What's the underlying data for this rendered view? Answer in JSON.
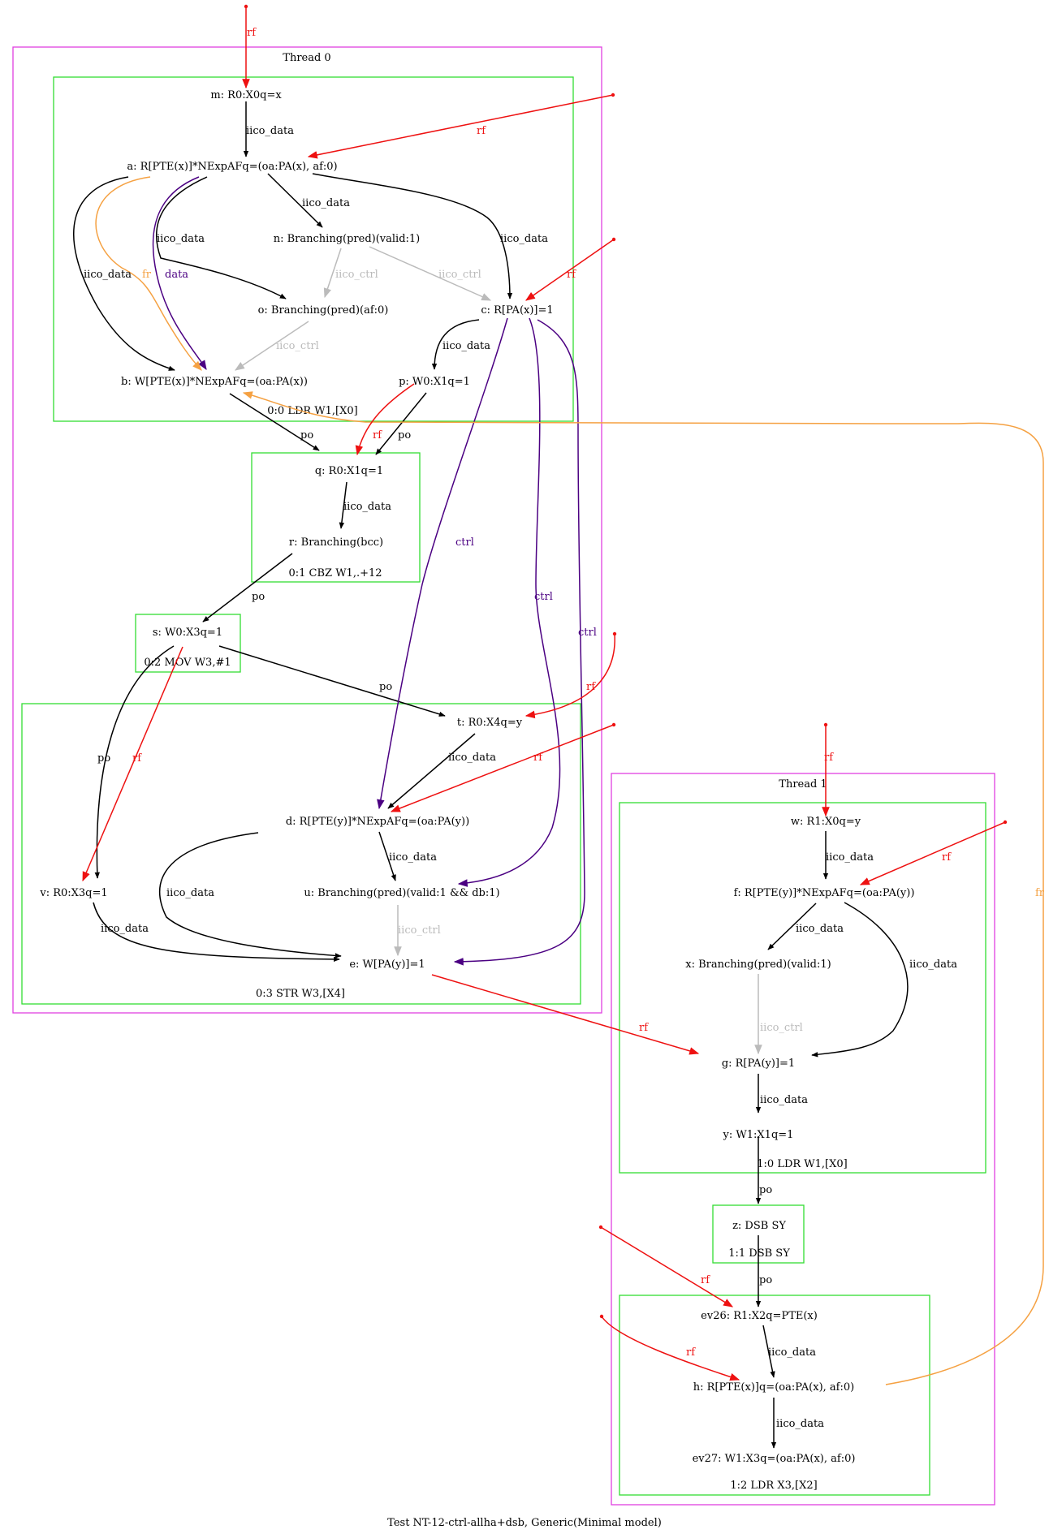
{
  "caption": "Test NT-12-ctrl-allha+dsb, Generic(Minimal model)",
  "colors": {
    "thread_border": "#e040e0",
    "instr_border": "#33dd33",
    "iico_data": "#000000",
    "po": "#000000",
    "iico_ctrl": "#bbbbbb",
    "rf": "#ee1111",
    "fr": "#f5a142",
    "data": "#4b0082",
    "ctrl": "#4b0082"
  },
  "threads": [
    {
      "id": "t0",
      "label": "Thread 0"
    },
    {
      "id": "t1",
      "label": "Thread 1"
    }
  ],
  "instructions": [
    {
      "id": "i00",
      "label": "0:0 LDR W1,[X0]"
    },
    {
      "id": "i01",
      "label": "0:1 CBZ W1,.+12"
    },
    {
      "id": "i02",
      "label": "0:2 MOV W3,#1"
    },
    {
      "id": "i03",
      "label": "0:3 STR W3,[X4]"
    },
    {
      "id": "i10",
      "label": "1:0 LDR W1,[X0]"
    },
    {
      "id": "i11",
      "label": "1:1 DSB SY"
    },
    {
      "id": "i12",
      "label": "1:2 LDR X3,[X2]"
    }
  ],
  "nodes": {
    "m": "m: R0:X0q=x",
    "a": "a: R[PTE(x)]*NExpAFq=(oa:PA(x), af:0)",
    "n": "n: Branching(pred)(valid:1)",
    "o": "o: Branching(pred)(af:0)",
    "c": "c: R[PA(x)]=1",
    "b": "b: W[PTE(x)]*NExpAFq=(oa:PA(x))",
    "p": "p: W0:X1q=1",
    "q": "q: R0:X1q=1",
    "r": "r: Branching(bcc)",
    "s": "s: W0:X3q=1",
    "t": "t: R0:X4q=y",
    "d": "d: R[PTE(y)]*NExpAFq=(oa:PA(y))",
    "v": "v: R0:X3q=1",
    "u": "u: Branching(pred)(valid:1 && db:1)",
    "e": "e: W[PA(y)]=1",
    "w": "w: R1:X0q=y",
    "f": "f: R[PTE(y)]*NExpAFq=(oa:PA(y))",
    "x": "x: Branching(pred)(valid:1)",
    "g": "g: R[PA(y)]=1",
    "y": "y: W1:X1q=1",
    "z": "z: DSB SY",
    "ev26": "ev26: R1:X2q=PTE(x)",
    "h": "h: R[PTE(x)]q=(oa:PA(x), af:0)",
    "ev27": "ev27: W1:X3q=(oa:PA(x), af:0)"
  },
  "edge_labels": {
    "iico_data": "iico_data",
    "iico_ctrl": "iico_ctrl",
    "po": "po",
    "rf": "rf",
    "fr": "fr",
    "data": "data",
    "ctrl": "ctrl"
  }
}
